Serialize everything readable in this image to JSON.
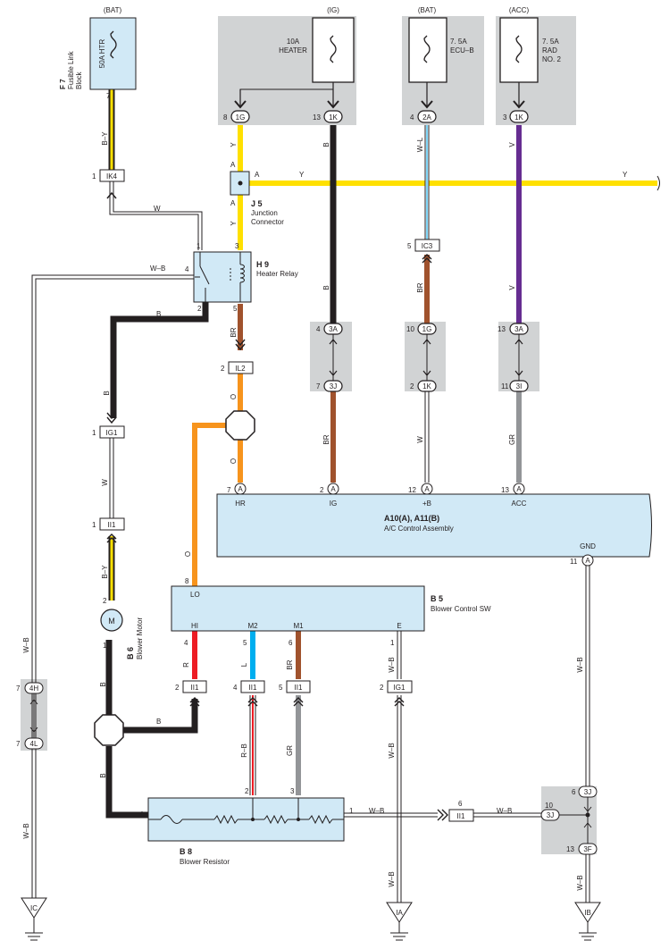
{
  "fuses": {
    "htr": {
      "supply": "(BAT)",
      "name": "50A HTR",
      "pin": "7"
    },
    "heater": {
      "supply": "(IG)",
      "name1": "10A",
      "name2": "HEATER"
    },
    "ecub": {
      "supply": "(BAT)",
      "name1": "7. 5A",
      "name2": "ECU–B"
    },
    "rad": {
      "supply": "(ACC)",
      "name1": "7. 5A",
      "name2": "RAD",
      "name3": "NO. 2"
    }
  },
  "f7": {
    "code": "F 7",
    "name1": "Fusible Link",
    "name2": "Block"
  },
  "connectors": {
    "g1": "1G",
    "k1": "1K",
    "a2": "2A",
    "k1b": "1K",
    "ik4": "IK4",
    "ic3": "IC3",
    "il2": "IL2",
    "ig1": "IG1",
    "ii1": "II1",
    "a3": "3A",
    "j3": "3J",
    "g1b": "1G",
    "k1c": "1K",
    "a3b": "3A",
    "i3": "3I",
    "h4": "4H",
    "l4": "4L",
    "a": "A",
    "f3": "3F"
  },
  "pins": {
    "n1": "1",
    "n2": "2",
    "n3": "3",
    "n4": "4",
    "n5": "5",
    "n6": "6",
    "n7": "7",
    "n8": "8",
    "n10": "10",
    "n11": "11",
    "n12": "12",
    "n13": "13"
  },
  "colors": {
    "y": "Y",
    "b": "B",
    "wl": "W–L",
    "v": "V",
    "by": "B–Y",
    "w": "W",
    "wb": "W–B",
    "br": "BR",
    "gr": "GR",
    "o": "O",
    "r": "R",
    "l": "L",
    "rb": "R–B"
  },
  "j5": {
    "code": "J 5",
    "name1": "Junction",
    "name2": "Connector",
    "pin": "A"
  },
  "h9": {
    "code": "H 9",
    "name": "Heater Relay"
  },
  "ac": {
    "code": "A10(A), A11(B)",
    "name": "A/C Control Assembly",
    "hr": "HR",
    "ig": "IG",
    "b": "+B",
    "acc": "ACC",
    "gnd": "GND"
  },
  "b5": {
    "code": "B 5",
    "name": "Blower Control SW",
    "lo": "LO",
    "hi": "HI",
    "m2": "M2",
    "m1": "M1",
    "e": "E"
  },
  "b6": {
    "code": "B 6",
    "name": "Blower Motor",
    "m": "M"
  },
  "b8": {
    "code": "B 8",
    "name": "Blower Resistor"
  },
  "grounds": {
    "ic": "IC",
    "ia": "IA",
    "ib": "IB"
  },
  "wire_colors": {
    "yellow": "#ffe000",
    "black": "#231f20",
    "brown": "#a0522d",
    "orange": "#f7941d",
    "violet": "#662d91",
    "gray": "#939598",
    "red": "#ed1c24",
    "blue": "#00aeef",
    "panel": "#d1e9f6",
    "shade": "#d1d3d4"
  }
}
